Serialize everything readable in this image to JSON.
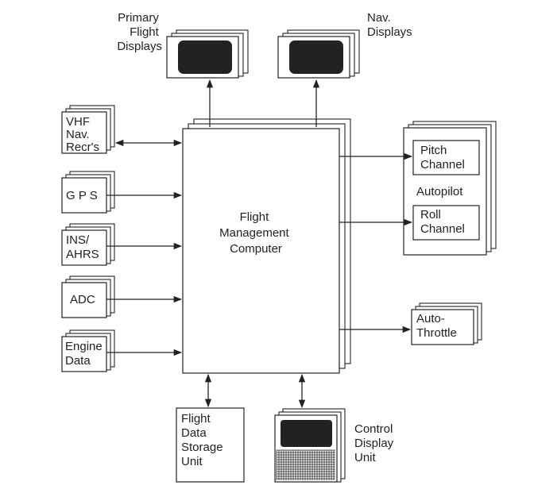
{
  "diagram": {
    "primary_flight_displays": {
      "lines": [
        "Primary",
        "Flight",
        "Displays"
      ]
    },
    "nav_displays": {
      "lines": [
        "Nav.",
        "Displays"
      ]
    },
    "vhf_nav_receivers": {
      "lines": [
        "VHF",
        "Nav.",
        "Recr's"
      ]
    },
    "gps": {
      "lines": [
        "G P S"
      ]
    },
    "ins_ahrs": {
      "lines": [
        "INS/",
        "AHRS"
      ]
    },
    "adc": {
      "lines": [
        "ADC"
      ]
    },
    "engine_data": {
      "lines": [
        "Engine",
        "Data"
      ]
    },
    "flight_management_computer": {
      "lines": [
        "Flight",
        "Management",
        "Computer"
      ]
    },
    "autopilot": {
      "label": "Autopilot",
      "pitch_channel": {
        "lines": [
          "Pitch",
          "Channel"
        ]
      },
      "roll_channel": {
        "lines": [
          "Roll",
          "Channel"
        ]
      }
    },
    "auto_throttle": {
      "lines": [
        "Auto-",
        "Throttle"
      ]
    },
    "flight_data_storage_unit": {
      "lines": [
        "Flight",
        "Data",
        "Storage",
        "Unit"
      ]
    },
    "control_display_unit": {
      "lines": [
        "Control",
        "Display",
        "Unit"
      ]
    }
  }
}
